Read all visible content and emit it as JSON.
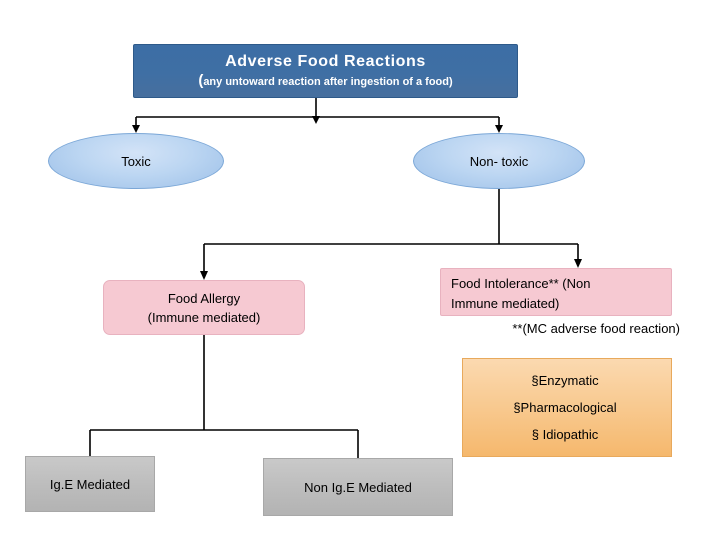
{
  "diagram": {
    "title_main": "Adverse Food Reactions",
    "title_sub_open": "(",
    "title_sub_text": "any untoward reaction after ingestion of a food",
    "title_sub_close": ")",
    "toxic_label": "Toxic",
    "nontoxic_label": "Non- toxic",
    "food_allergy_line1": "Food Allergy",
    "food_allergy_line2": "(Immune  mediated)",
    "food_intolerance_line1": "Food Intolerance**    (Non",
    "food_intolerance_line2": "Immune mediated)",
    "mc_note": "**(MC adverse food reaction)",
    "orange_items": [
      "§Enzymatic",
      "§Pharmacological",
      "§ Idiopathic"
    ],
    "ige_mediated_label": "Ig.E Mediated",
    "non_ige_mediated_label": "Non Ig.E Mediated",
    "colors": {
      "title_box": "#3f6fa4",
      "ellipse": "#bcd6f2",
      "pink_box": "#f6c9d2",
      "orange_box": "#f8c98f",
      "gray_box": "#bdbdbd",
      "connector": "#000000"
    }
  }
}
